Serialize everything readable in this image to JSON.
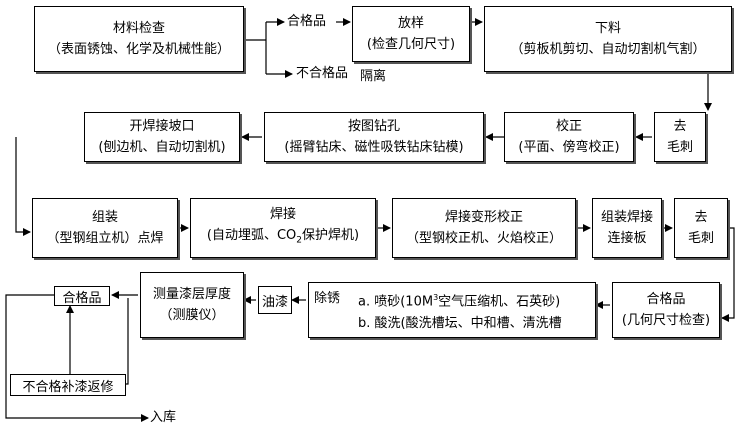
{
  "nodes": {
    "material_inspect": {
      "title": "材料检查",
      "sub": "（表面锈蚀、化学及机械性能）"
    },
    "qualified_1": "合格品",
    "unqualified_1": "不合格品",
    "isolate": "隔离",
    "layout": {
      "title": "放样",
      "sub": "(检查几何尺寸)"
    },
    "cutting": {
      "title": "下料",
      "sub": "（剪板机剪切、自动切割机气割）"
    },
    "deburr_1": {
      "l1": "去",
      "l2": "毛刺"
    },
    "straighten": {
      "title": "校正",
      "sub": "(平面、傍弯校正)"
    },
    "drilling": {
      "title": "按图钻孔",
      "sub": "(摇臂钻床、磁性吸铁钻床钻模)"
    },
    "bevel": {
      "title": "开焊接坡口",
      "sub": "(刨边机、自动切割机)"
    },
    "assembly": {
      "title": "组装",
      "sub": "（型钢组立机）点焊"
    },
    "welding": {
      "title": "焊接",
      "sub_a": "(自动埋弧、CO",
      "sub_sub": "2",
      "sub_b": "保护焊机)"
    },
    "weld_correct": {
      "title": "焊接变形校正",
      "sub": "（型钢校正机、火焰校正）"
    },
    "assembly_weld": {
      "l1": "组装焊接",
      "l2": "连接板"
    },
    "deburr_2": {
      "l1": "去",
      "l2": "毛刺"
    },
    "qualified_2": {
      "title": "合格品",
      "sub": "(几何尺寸检查)"
    },
    "rust_removal": {
      "label": "除锈",
      "a_prefix": "a.  喷砂(10M",
      "a_sup": "3",
      "a_suffix": "空气压缩机、石英砂)",
      "b_text": "b.  酸洗(酸洗槽坛、中和槽、清洗槽"
    },
    "paint": "油漆",
    "measure": {
      "title": "测量漆层厚度",
      "sub": "（测膜仪）"
    },
    "qualified_final": "合格品",
    "repair": "不合格补漆返修",
    "storage": "入库"
  }
}
